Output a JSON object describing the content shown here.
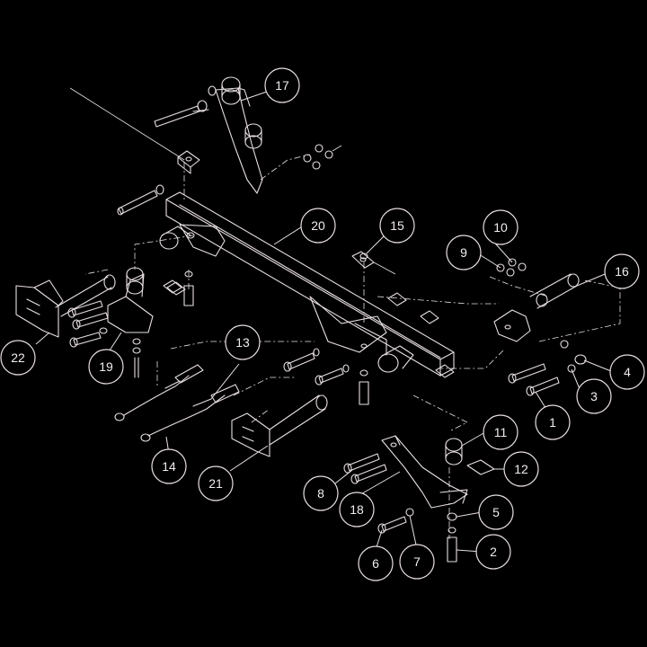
{
  "callouts": [
    "1",
    "2",
    "3",
    "4",
    "5",
    "6",
    "7",
    "8",
    "9",
    "10",
    "11",
    "12",
    "13",
    "14",
    "15",
    "16",
    "17",
    "18",
    "19",
    "20",
    "21",
    "22"
  ],
  "colors": {
    "background": "#000000",
    "linework": "#e8dfe2"
  }
}
